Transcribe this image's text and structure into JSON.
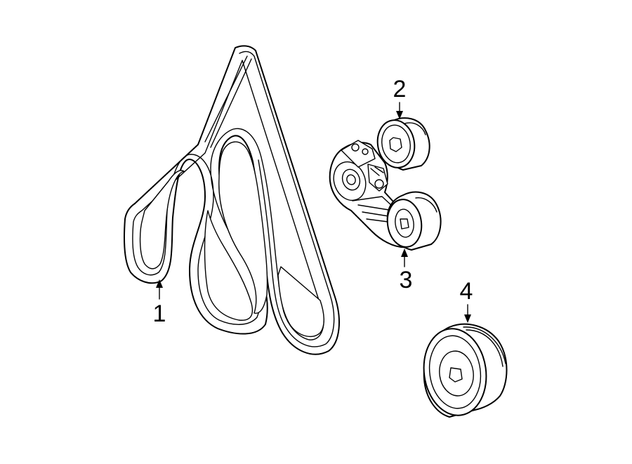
{
  "callouts": [
    {
      "id": "1",
      "part": "serpentine-belt"
    },
    {
      "id": "2",
      "part": "idler-pulley"
    },
    {
      "id": "3",
      "part": "belt-tensioner"
    },
    {
      "id": "4",
      "part": "idler-pulley-small"
    }
  ],
  "colors": {
    "line": "#000000",
    "fill": "#ffffff"
  }
}
